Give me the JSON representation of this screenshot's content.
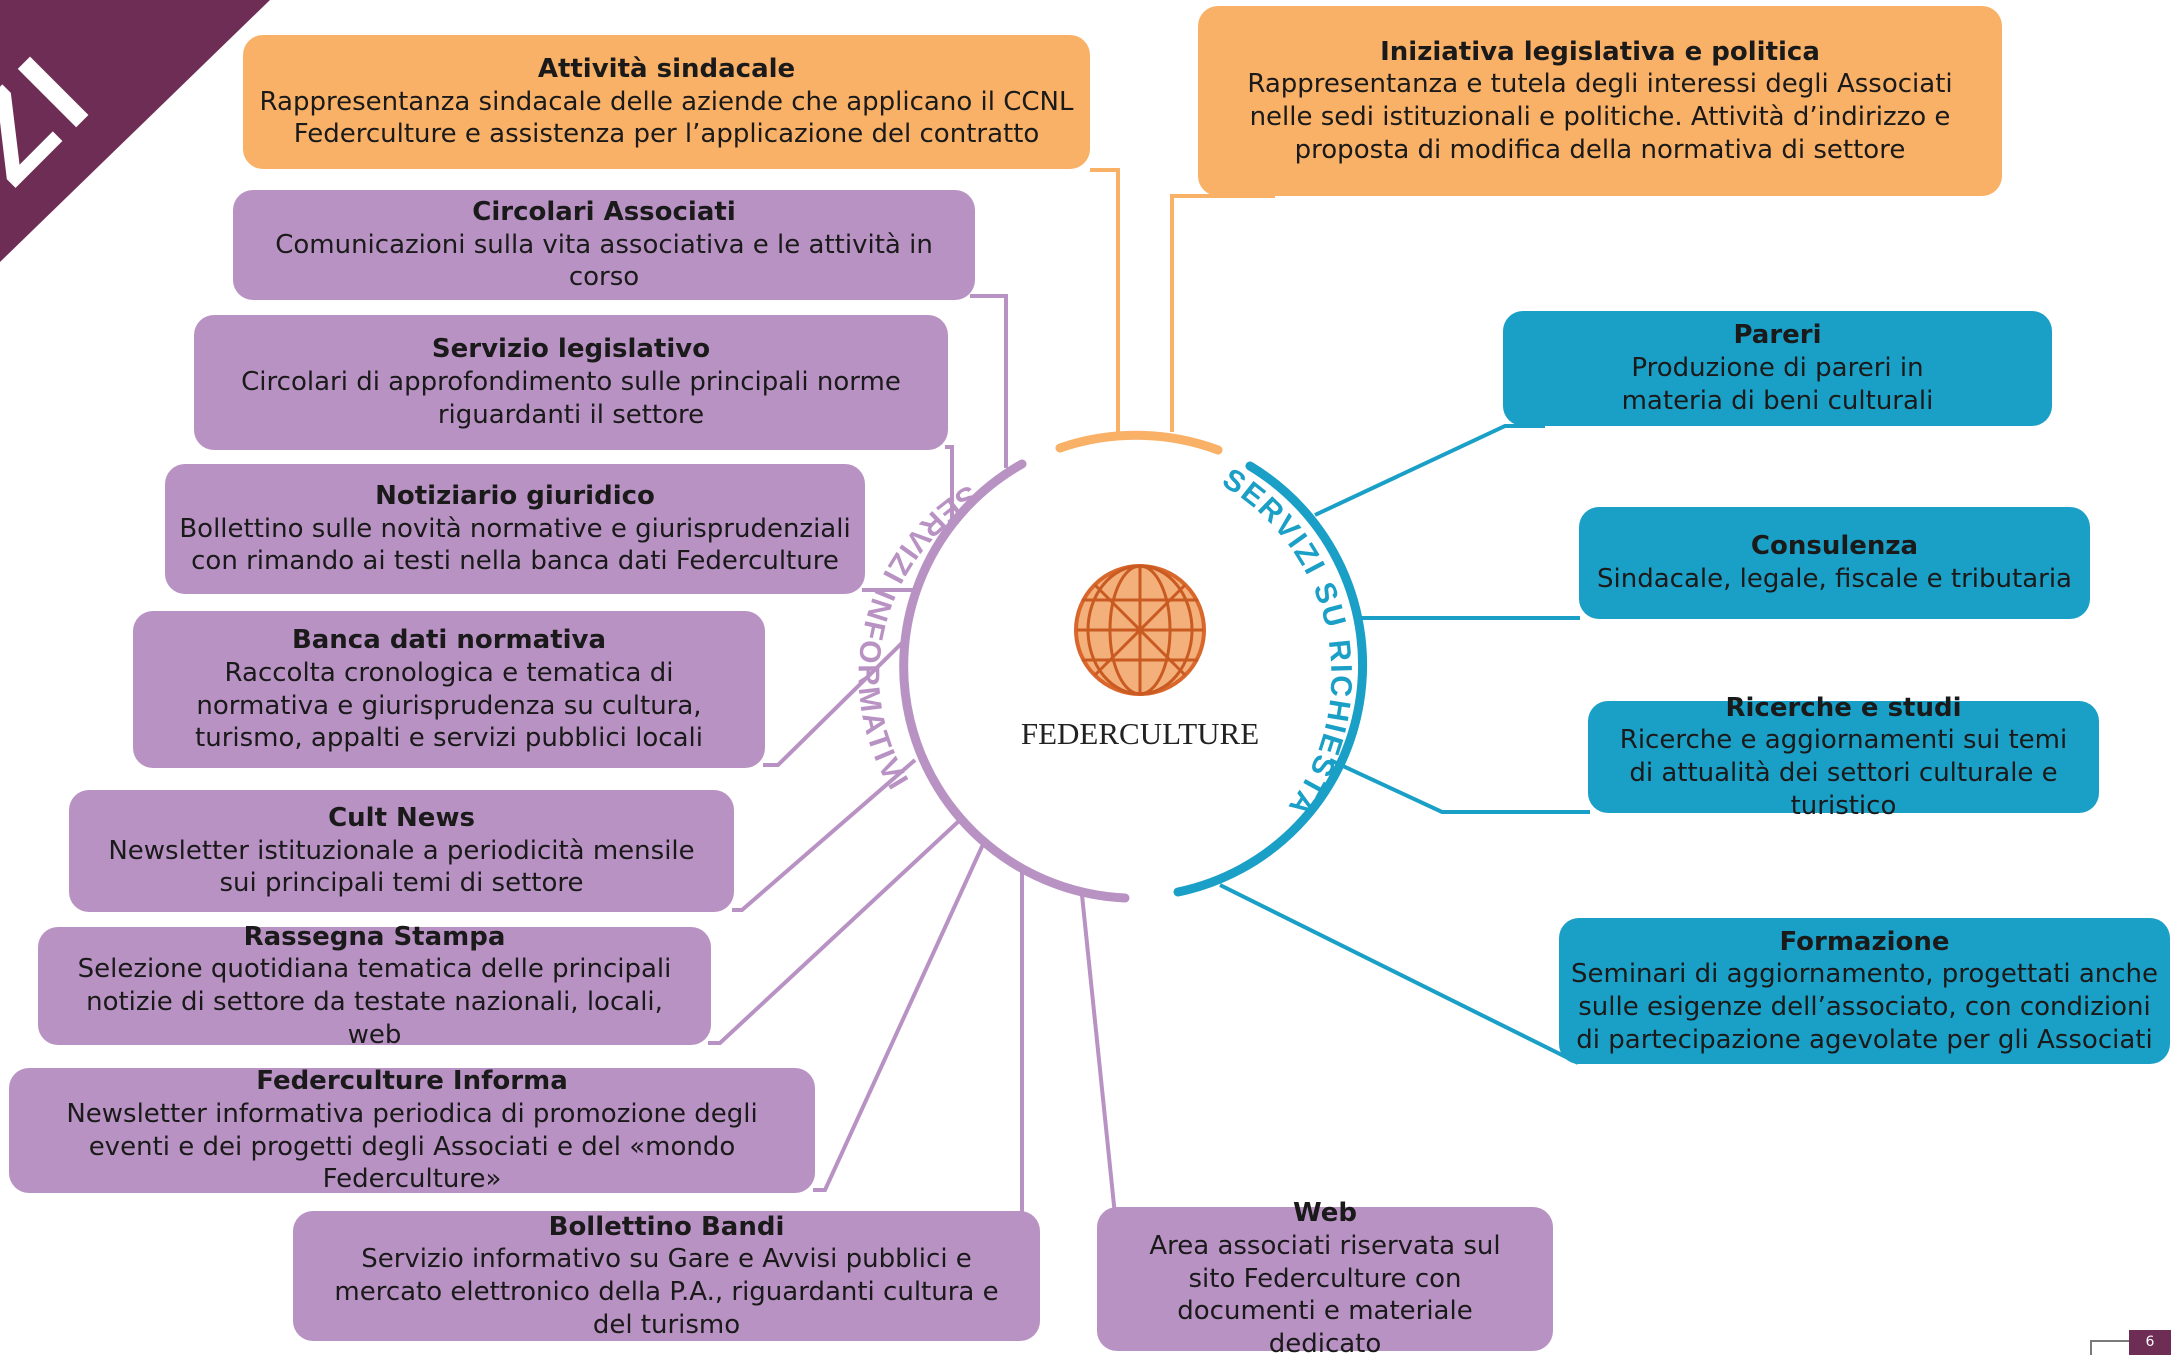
{
  "corner_label": "ZI",
  "page_number": "6",
  "logo": {
    "name": "FEDERCULTURE"
  },
  "arcs": {
    "left_label": "SERVIZI INFORMATIVI",
    "right_label": "SERVIZI SU RICHIESTA"
  },
  "colors": {
    "orange": "#f9b067",
    "purple": "#b992c4",
    "blue": "#1a9fc7",
    "corner": "#6e2d55",
    "logo_orange": "#e8853c"
  },
  "boxes": {
    "attivita_sindacale": {
      "title": "Attività sindacale",
      "desc": "Rappresentanza sindacale delle aziende che applicano il CCNL Federculture e assistenza per l’applicazione del contratto"
    },
    "iniziativa_legislativa": {
      "title": "Iniziativa legislativa e politica",
      "desc": "Rappresentanza e tutela degli interessi degli Associati nelle sedi istituzionali e politiche. Attività d’indirizzo e proposta di modifica della normativa di settore"
    },
    "circolari_associati": {
      "title": "Circolari Associati",
      "desc": "Comunicazioni sulla vita associativa e le attività in corso"
    },
    "servizio_legislativo": {
      "title": "Servizio legislativo",
      "desc": "Circolari di approfondimento sulle principali norme riguardanti il settore"
    },
    "notiziario_giuridico": {
      "title": "Notiziario giuridico",
      "desc": "Bollettino sulle novità normative e giurisprudenziali con rimando ai testi nella banca dati Federculture"
    },
    "banca_dati": {
      "title": "Banca dati normativa",
      "desc": "Raccolta cronologica e tematica di normativa e giurisprudenza su cultura, turismo, appalti e servizi pubblici locali"
    },
    "cult_news": {
      "title": "Cult News",
      "desc": "Newsletter istituzionale a periodicità mensile sui principali temi di settore"
    },
    "rassegna_stampa": {
      "title": "Rassegna Stampa",
      "desc": "Selezione quotidiana tematica delle principali notizie di settore da testate  nazionali, locali, web"
    },
    "federculture_informa": {
      "title": "Federculture Informa",
      "desc": "Newsletter informativa periodica di promozione degli eventi e dei progetti degli Associati e del «mondo Federculture»"
    },
    "bollettino_bandi": {
      "title": "Bollettino Bandi",
      "desc": "Servizio informativo su Gare e Avvisi pubblici e mercato elettronico della P.A., riguardanti cultura e del turismo"
    },
    "web": {
      "title": "Web",
      "desc": "Area associati riservata sul sito Federculture con documenti e materiale dedicato"
    },
    "pareri": {
      "title": "Pareri",
      "desc": "Produzione di pareri in materia di beni culturali"
    },
    "consulenza": {
      "title": "Consulenza",
      "desc": "Sindacale, legale, fiscale e tributaria"
    },
    "ricerche_studi": {
      "title": "Ricerche e studi",
      "desc": "Ricerche e aggiornamenti sui temi di attualità dei settori culturale e turistico"
    },
    "formazione": {
      "title": "Formazione",
      "desc": "Seminari di aggiornamento, progettati anche sulle esigenze dell’associato, con condizioni di partecipazione agevolate  per gli Associati"
    }
  }
}
